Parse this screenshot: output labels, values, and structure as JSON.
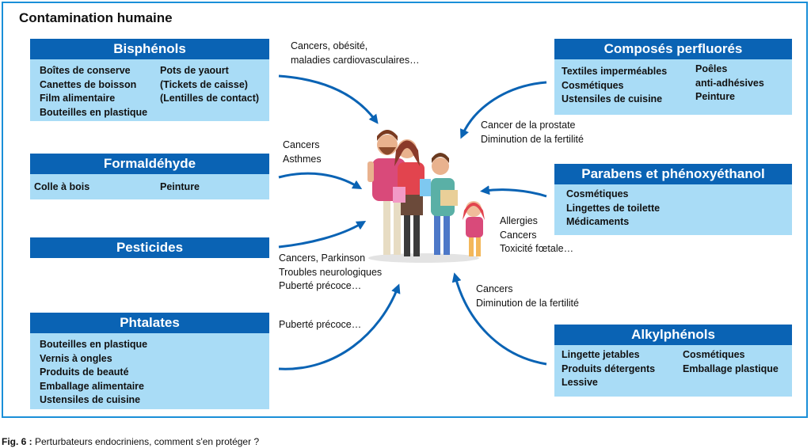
{
  "title": "Contamination humaine",
  "caption": {
    "fig": "Fig. 6 :",
    "text": " Perturbateurs endocriniens, comment s'en protéger ?"
  },
  "colors": {
    "header": "#0a63b4",
    "box": "#a9dcf6",
    "frame": "#1a8fd8",
    "arrow": "#0a63b4"
  },
  "boxes": {
    "bisphenols": {
      "title": "Bisphénols",
      "col1": [
        "Boîtes de conserve",
        "Canettes de boisson",
        "Film alimentaire",
        "Bouteilles en plastique"
      ],
      "col2": [
        "Pots de yaourt",
        "(Tickets de caisse)",
        "(Lentilles de contact)"
      ]
    },
    "formaldehyde": {
      "title": "Formaldéhyde",
      "col1": [
        "Colle à bois"
      ],
      "col2": [
        "Peinture"
      ]
    },
    "pesticides": {
      "title": "Pesticides"
    },
    "phtalates": {
      "title": "Phtalates",
      "col1": [
        "Bouteilles en plastique",
        "Vernis à ongles",
        "Produits de beauté",
        "Emballage alimentaire",
        "Ustensiles de cuisine"
      ]
    },
    "perfluores": {
      "title": "Composés perfluorés",
      "col1": [
        "Textiles imperméables",
        "Cosmétiques",
        "Ustensiles de cuisine"
      ],
      "col2": [
        "Poêles",
        "anti-adhésives",
        "Peinture"
      ]
    },
    "parabens": {
      "title": "Parabens et phénoxyéthanol",
      "col1": [
        "Cosmétiques",
        "Lingettes de toilette",
        "Médicaments"
      ]
    },
    "alkylphenols": {
      "title": "Alkylphénols",
      "col1": [
        "Lingette jetables",
        "Produits détergents",
        "Lessive"
      ],
      "col2": [
        "Cosmétiques",
        "Emballage plastique"
      ]
    }
  },
  "effects": {
    "bisphenols": [
      "Cancers, obésité,",
      "maladies cardiovasculaires…"
    ],
    "formaldehyde": [
      "Cancers",
      "Asthmes"
    ],
    "pesticides": [
      "Cancers, Parkinson",
      "Troubles neurologiques",
      "Puberté précoce…"
    ],
    "phtalates": [
      "Puberté précoce…"
    ],
    "perfluores": [
      "Cancer de la prostate",
      "Diminution de la fertilité"
    ],
    "parabens": [
      "Allergies",
      "Cancers",
      "Toxicité fœtale…"
    ],
    "alkylphenols": [
      "Cancers",
      "Diminution de la fertilité"
    ]
  }
}
